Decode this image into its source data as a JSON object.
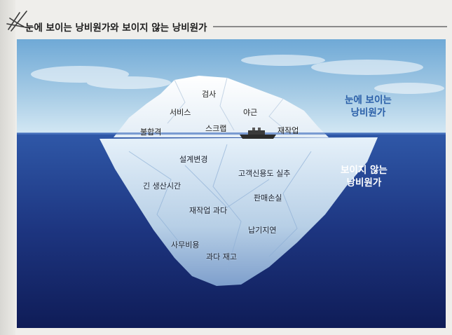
{
  "header": {
    "title": "눈에 보이는 낭비원가와 보이지 않는 낭비원가"
  },
  "visible_cost": {
    "heading_line1": "눈에 보이는",
    "heading_line2": "낭비원가",
    "items": [
      "검사",
      "서비스",
      "야근",
      "스크랩",
      "불합격",
      "재작업"
    ]
  },
  "hidden_cost": {
    "heading_line1": "보이지 않는",
    "heading_line2": "낭비원가",
    "items": [
      "설계변경",
      "고객신용도 실추",
      "긴 생산시간",
      "판매손실",
      "재작업 과다",
      "납기지연",
      "사무비용",
      "과다 재고"
    ]
  },
  "colors": {
    "sky_top": "#6fa9d6",
    "sky_bottom": "#d4e8f4",
    "sea_top": "#2f58a8",
    "sea_bottom": "#0f1c57",
    "visible_heading": "#2a5fa8",
    "hidden_heading": "#ffffff"
  }
}
